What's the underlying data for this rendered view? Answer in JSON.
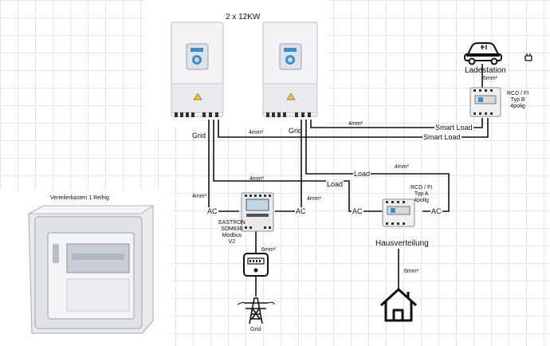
{
  "diagram": {
    "inverter_title": "2 x 12KW",
    "grid_label_left": "Grid",
    "grid_label_right": "Grid",
    "cable_4mm_top": "4mm²",
    "cable_4mm_middle": "4mm²",
    "cable_4mm_right_top": "4mm²",
    "cable_4mm_right_load": "4mm²",
    "cable_4mm_left_ac": "4mm²",
    "cable_4mm_center_ac": "4mm²",
    "cable_6mm_ladestation": "6mm²",
    "cable_6mm_meter": "6mm²",
    "cable_6mm_house": "6mm²",
    "smart_load_1": "Smart Load",
    "smart_load_2": "Smart Load",
    "load_1": "Load",
    "load_2": "Load",
    "ac_left": "AC",
    "ac_center": "AC",
    "ac_right_1": "AC",
    "ac_right_2": "AC",
    "ladestation": "Ladestation",
    "rcd_b": [
      "RCD / FI",
      "Typ B",
      "4polig"
    ],
    "rcd_a": [
      "RCD / FI",
      "Typ A",
      "4polig"
    ],
    "hausverteilung": "Hausverteilung",
    "meter": [
      "EASTRON",
      "SDM630",
      "Modbus",
      "V2"
    ],
    "verteilerkasten": "Verteilerkasten 1 Reihig",
    "grid_bottom": "Grid"
  },
  "colors": {
    "wire": "#111111",
    "inverter_body": "#f2f3f5",
    "inverter_accent": "#3a8fd4",
    "warning": "#f5c518"
  }
}
